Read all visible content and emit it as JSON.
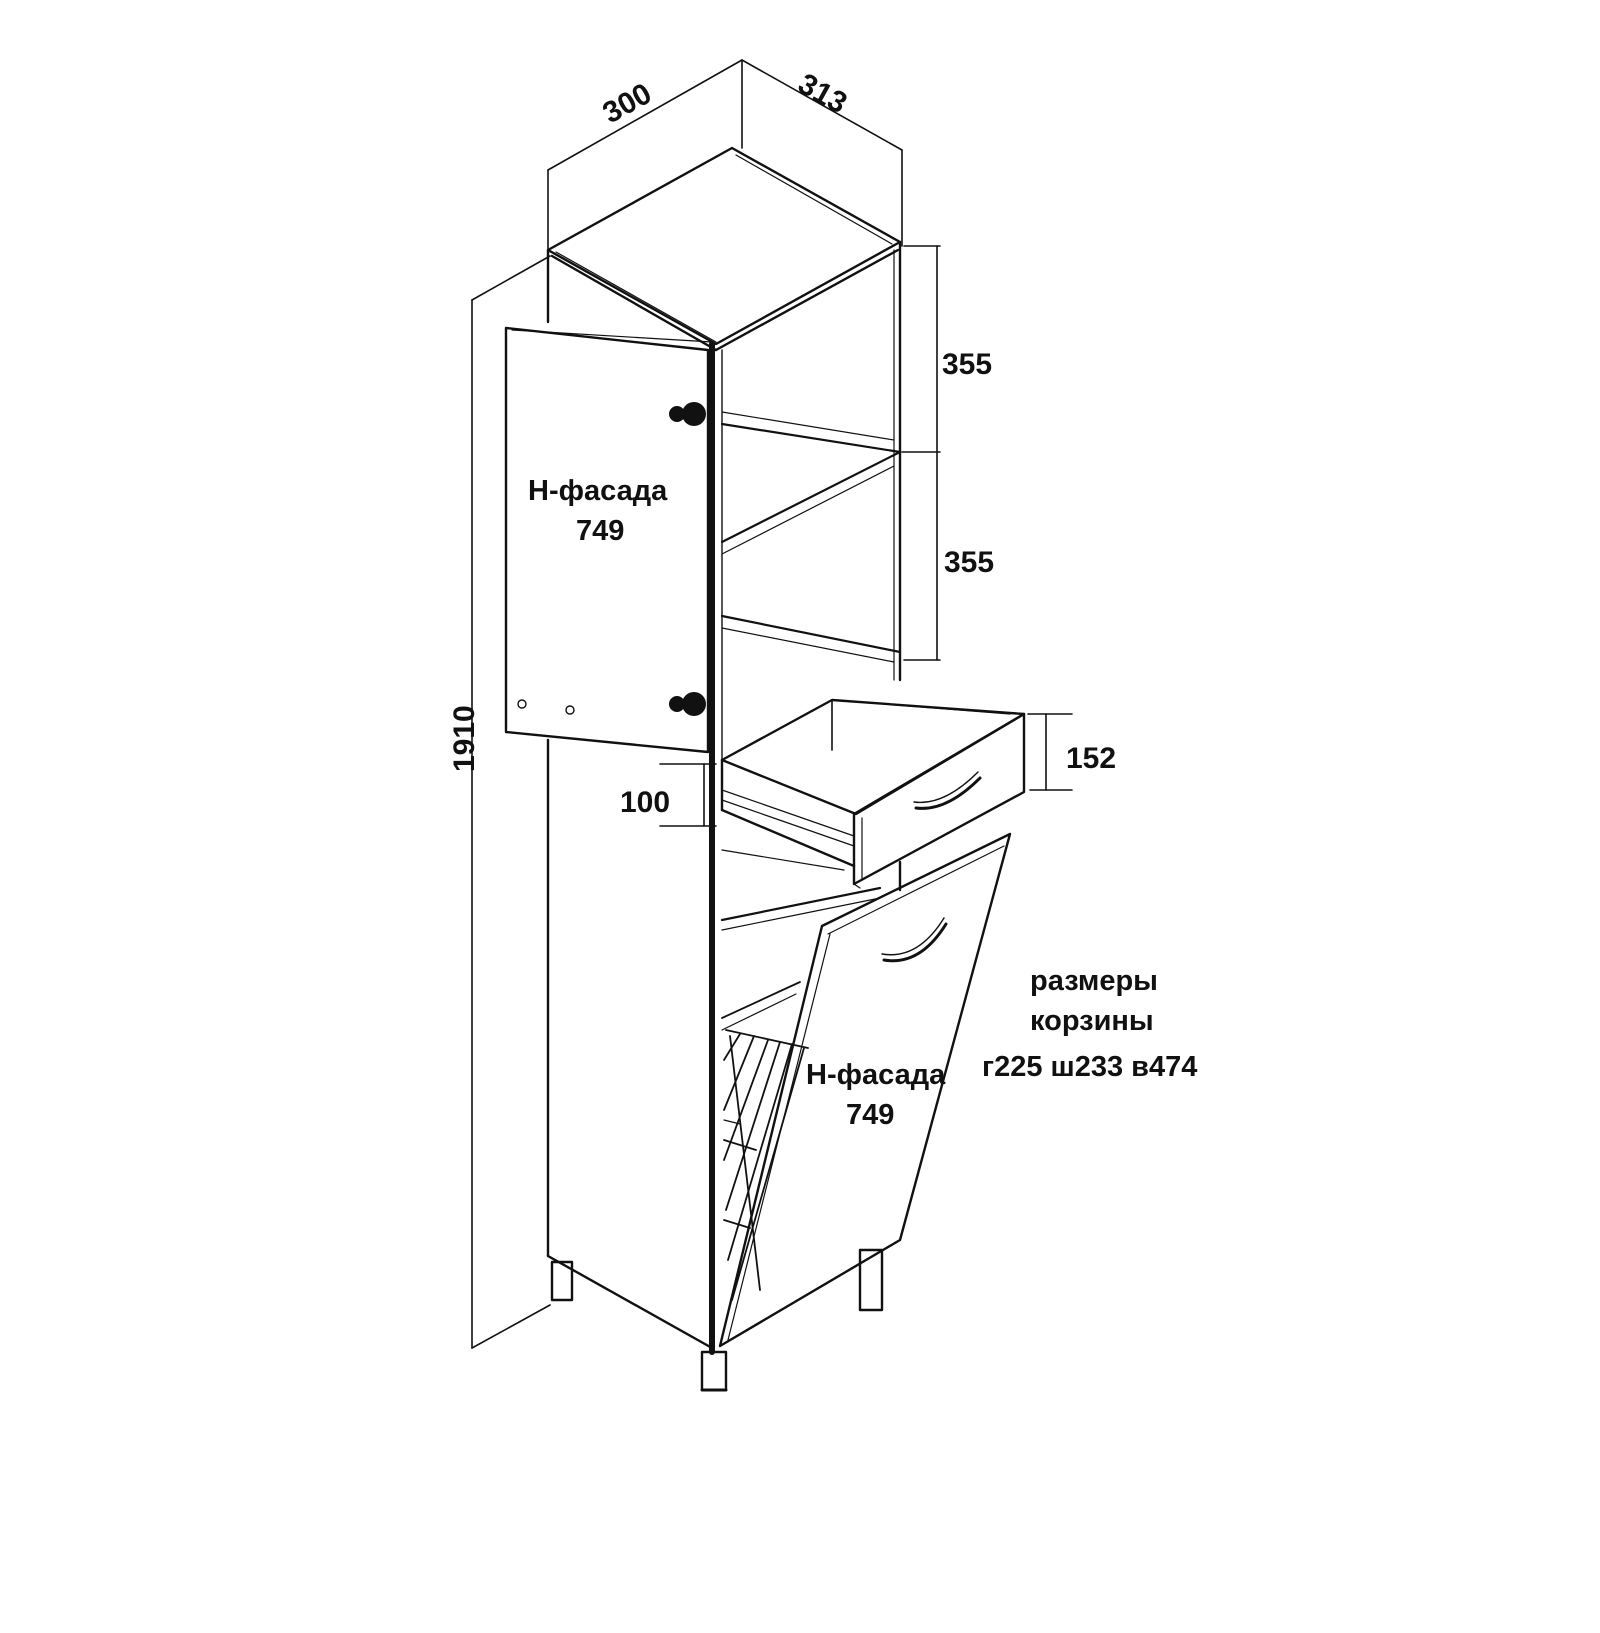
{
  "dimensions": {
    "width": "300",
    "depth": "313",
    "height_total": "1910",
    "shelf_top": "355",
    "shelf_middle": "355",
    "drawer_height": "152",
    "gap_below_drawer": "100"
  },
  "labels": {
    "upper_door": {
      "line1": "Н-фасада",
      "line2": "749"
    },
    "lower_door": {
      "line1": "Н-фасада",
      "line2": "749"
    },
    "basket": {
      "line1": "размеры",
      "line2": "корзины",
      "line3": "г225 ш233 в474"
    }
  },
  "colors": {
    "line": "#111111",
    "background": "#ffffff"
  }
}
